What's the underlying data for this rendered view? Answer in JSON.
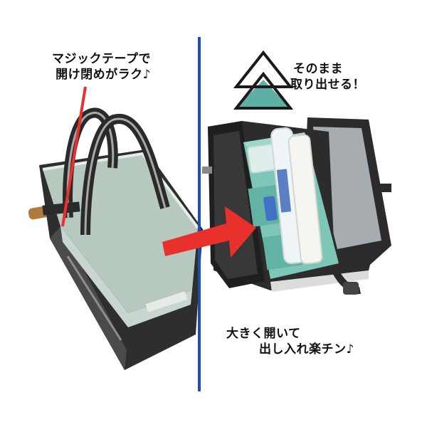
{
  "captions": {
    "velcro_line1": "マジックテープで",
    "velcro_line2": "開け閉めがラク♪",
    "takeout_line1": "そのまま",
    "takeout_line2": "取り出せる！",
    "open_line1": "大きく開いて",
    "open_line2": "出し入れ楽チン♪"
  },
  "colors": {
    "divider": "#1d4fa3",
    "arrow": "#e8302c",
    "bag_body": "#2b2b2b",
    "bag_lid": "#b9c9c0",
    "tray": "#7dc6b8",
    "triangle_fill": "#5fb0a4"
  },
  "icons": {
    "divider": "vertical-divider-line",
    "arrows": "red-arrow",
    "triangles": "stacked-triangles-icon"
  }
}
